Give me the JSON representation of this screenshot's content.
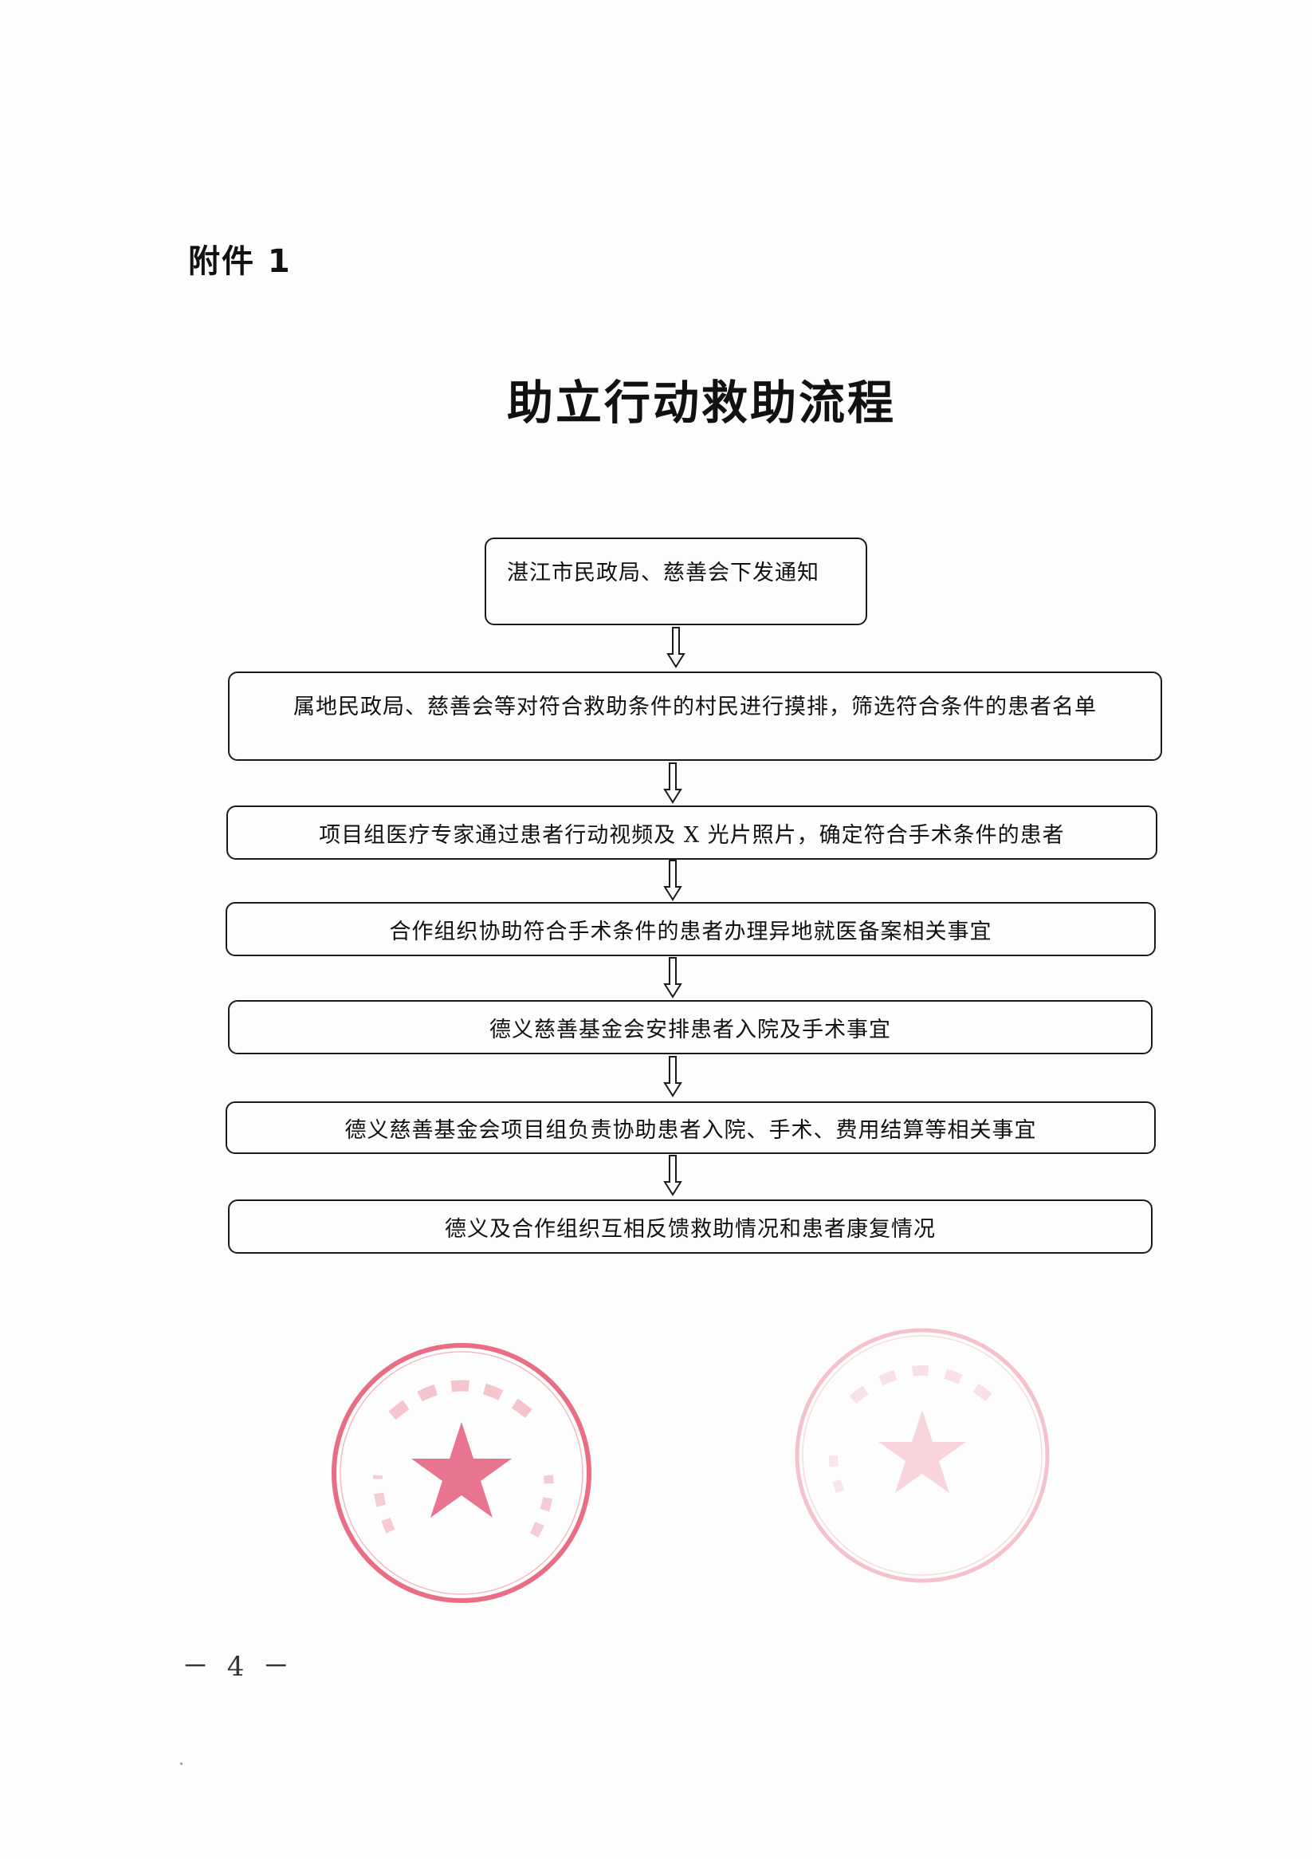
{
  "header": {
    "attachment_label": "附件 1"
  },
  "title": "助立行动救助流程",
  "flowchart": {
    "steps": [
      "湛江市民政局、慈善会下发通知",
      "属地民政局、慈善会等对符合救助条件的村民进行摸排，筛选符合条件的患者名单",
      "项目组医疗专家通过患者行动视频及 X 光片照片，确定符合手术条件的患者",
      "合作组织协助符合手术条件的患者办理异地就医备案相关事宜",
      "德义慈善基金会安排患者入院及手术事宜",
      "德义慈善基金会项目组负责协助患者入院、手术、费用结算等相关事宜",
      "德义及合作组织互相反馈救助情况和患者康复情况"
    ],
    "arrow_icon": "hollow-down-arrow-icon",
    "box_border_color": "#1b1b1b"
  },
  "seals": {
    "count": 2,
    "color": "#e23c5c",
    "icon": "star-icon"
  },
  "footer": {
    "page_number": "－ 4 －"
  }
}
